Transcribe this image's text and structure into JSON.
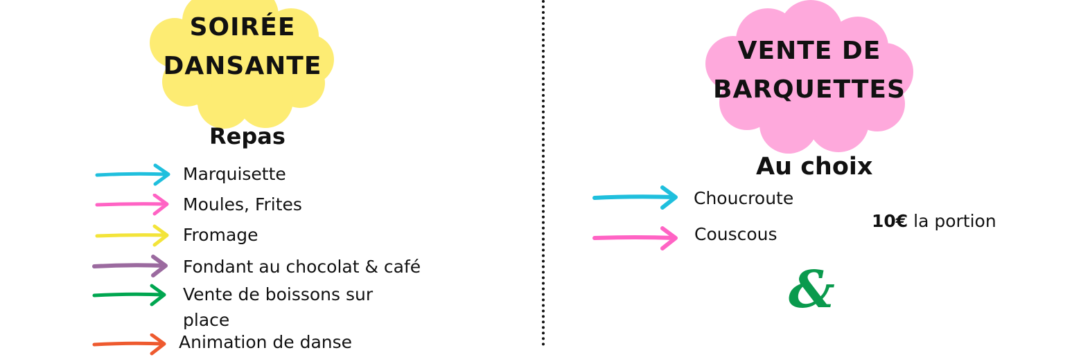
{
  "left": {
    "badge": {
      "line1": "SOIRÉE",
      "line2": "DANSANTE",
      "color": "#fdec73"
    },
    "heading": "Repas",
    "items": [
      {
        "label": "Marquisette",
        "arrow_color": "#1fbfdd"
      },
      {
        "label": "Moules, Frites",
        "arrow_color": "#ff63c4"
      },
      {
        "label": "Fromage",
        "arrow_color": "#f3e43a"
      },
      {
        "label": "Fondant au chocolat & café",
        "arrow_color": "#9b6a9f"
      },
      {
        "label_line1": "Vente de boissons sur",
        "label_line2": "place",
        "arrow_color": "#00a650"
      },
      {
        "label": "Animation de danse",
        "arrow_color": "#ee5a2f"
      }
    ]
  },
  "right": {
    "badge": {
      "line1": "VENTE DE",
      "line2": "BARQUETTES",
      "color": "#fea9dc"
    },
    "heading": "Au choix",
    "items": [
      {
        "label": "Choucroute",
        "arrow_color": "#1fbfdd"
      },
      {
        "label": "Couscous",
        "arrow_color": "#ff63c4"
      }
    ],
    "price": {
      "amount": "10€",
      "text": "la portion"
    },
    "ampersand": {
      "text": "&",
      "color": "#0a9a4d"
    }
  }
}
